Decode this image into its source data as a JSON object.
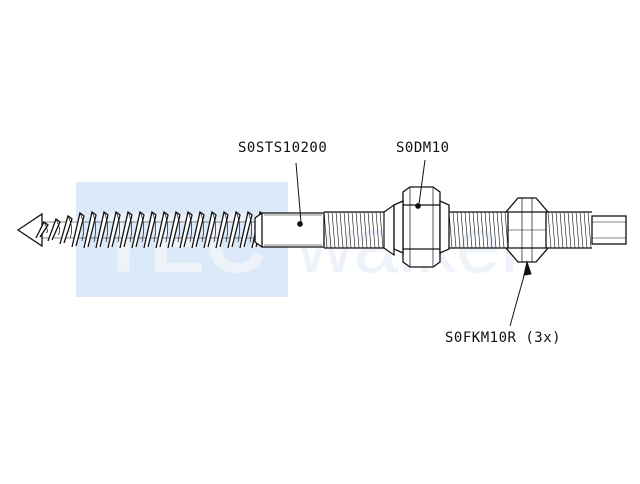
{
  "watermark": {
    "brand_left": "TEC",
    "brand_right": "walker",
    "box_color": "#dce9f8",
    "text_color": "#eef3f9"
  },
  "callouts": [
    {
      "id": "stud",
      "label": "S0STS10200"
    },
    {
      "id": "nut",
      "label": "S0DM10"
    },
    {
      "id": "flange-nuts",
      "label": "S0FKM10R (3x)"
    }
  ],
  "colors": {
    "line": "#111111",
    "paper": "#ffffff"
  }
}
